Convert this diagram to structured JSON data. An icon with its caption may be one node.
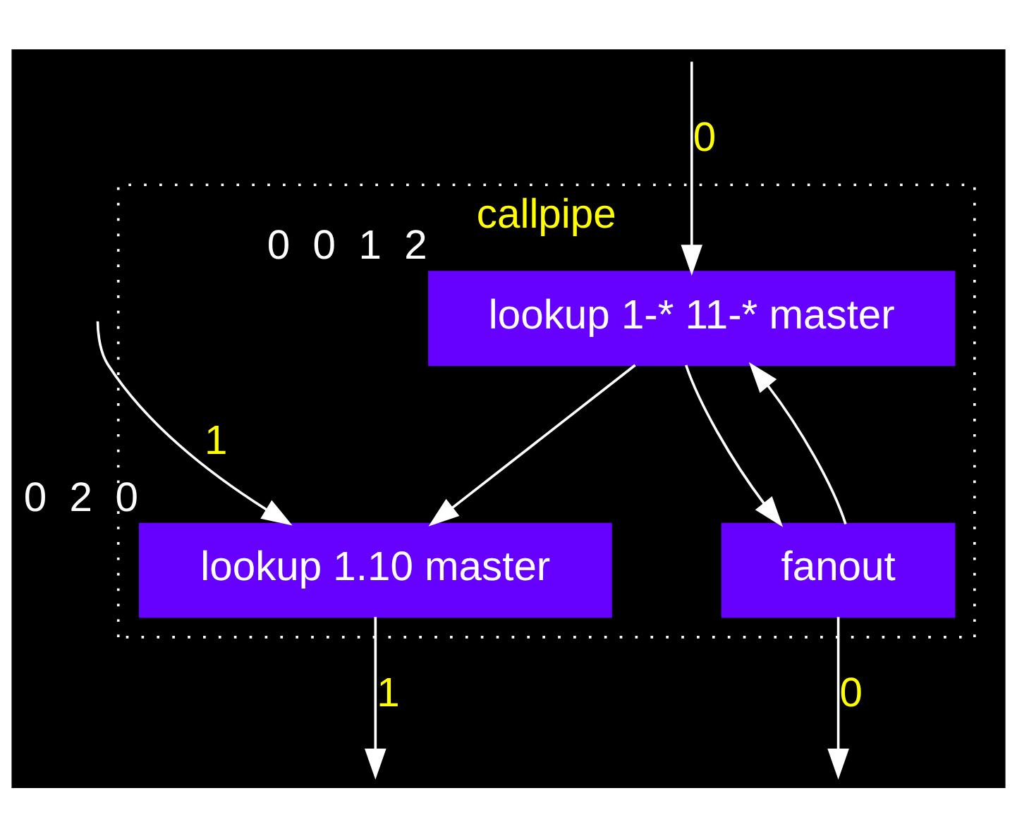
{
  "diagram": {
    "nodes": [
      {
        "text": [
          "callpipe"
        ]
      },
      {
        "text": [
          "lookup 1-* 11-* master"
        ],
        "in": 0,
        "beside": [
          "0",
          "0",
          "1",
          "2"
        ]
      },
      {
        "text": [
          "fanout"
        ],
        "in": 0
      },
      {
        "text": [
          "lookup 1.10 master"
        ],
        "in": 0,
        "beside": [
          "0",
          "2",
          "0"
        ]
      }
    ],
    "edges": [
      {
        "from": null,
        "to": 1,
        "arrow": "to",
        "label": "0"
      },
      {
        "from": 1,
        "to": 3,
        "arrow": "to"
      },
      {
        "from": 1,
        "to": 2,
        "arrow": "to"
      },
      {
        "from": 2,
        "to": 1,
        "arrow": "to"
      },
      {
        "from": 2,
        "to": null,
        "arrow": "to",
        "label": "0"
      },
      {
        "from": null,
        "to": 3,
        "arrow": "to",
        "label": "1"
      },
      {
        "from": 3,
        "to": null,
        "arrow": "to",
        "label": "1"
      }
    ]
  }
}
